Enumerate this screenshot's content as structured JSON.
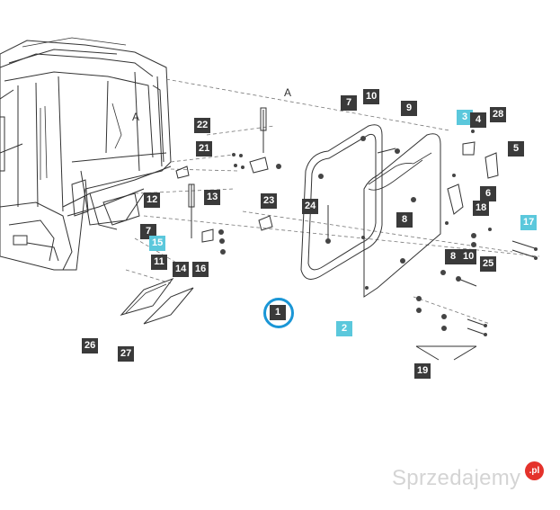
{
  "labels": {
    "l1": "1",
    "l2": "2",
    "l3": "3",
    "l4": "4",
    "l5": "5",
    "l6": "6",
    "l7": "7",
    "l8": "8",
    "l9": "9",
    "l10": "10",
    "l11": "11",
    "l12": "12",
    "l13": "13",
    "l14": "14",
    "l15": "15",
    "l16": "16",
    "l17": "17",
    "l18": "18",
    "l19": "19",
    "l21": "21",
    "l22": "22",
    "l23": "23",
    "l24": "24",
    "l25": "25",
    "l26": "26",
    "l27": "27",
    "l28": "28"
  },
  "section_letter": "A",
  "watermark": {
    "text": "Sprzedajemy",
    "badge": ".pl"
  },
  "colors": {
    "label_dark": "#3a3a3a",
    "label_cyan": "#5bc8dc",
    "highlight_ring": "#1a96d6",
    "watermark_badge": "#e4322b"
  }
}
